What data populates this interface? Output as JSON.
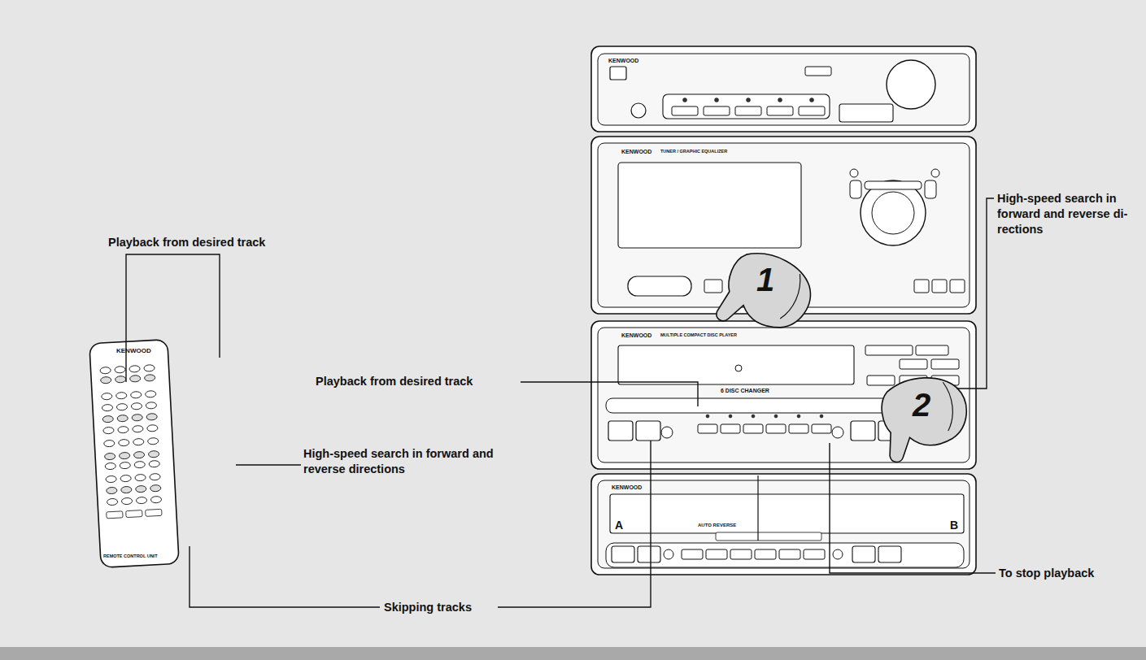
{
  "diagram": {
    "labels": [
      "Playback from desired track",
      "High-speed search in forward and reverse directions",
      "Skipping tracks",
      "Playback from desired track",
      "High-speed search in forward and reverse di- rections",
      "To stop playback",
      "1",
      "2",
      "KENWOOD",
      "REMOTE CONTROL UNIT",
      "KENWOOD",
      "KENWOOD",
      "TUNER / GRAPHIC EQUALIZER",
      "KENWOOD",
      "MULTIPLE COMPACT DISC PLAYER",
      "6 DISC CHANGER",
      "KENWOOD",
      "A",
      "B",
      "AUTO REVERSE"
    ]
  }
}
